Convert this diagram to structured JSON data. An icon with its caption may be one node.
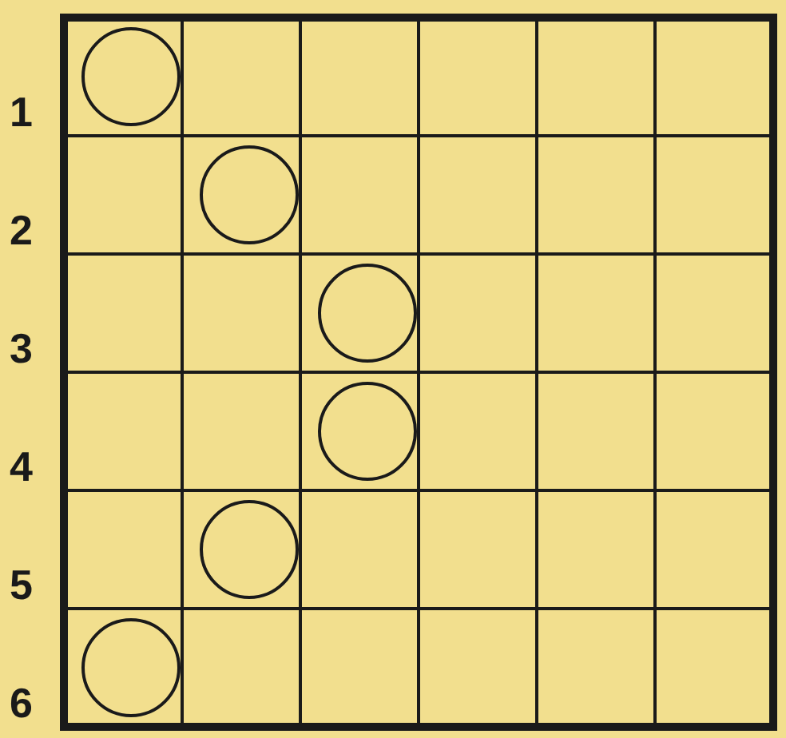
{
  "diagram": {
    "nodes": [
      {
        "text": [],
        "shape": "circle"
      },
      {
        "text": [],
        "shape": "circle"
      },
      {
        "text": [],
        "shape": "circle"
      },
      {
        "text": [],
        "shape": "circle"
      },
      {
        "text": [],
        "shape": "circle"
      },
      {
        "text": [],
        "shape": "circle"
      }
    ],
    "labels": [
      "1",
      "2",
      "3",
      "4",
      "5",
      "6"
    ]
  }
}
